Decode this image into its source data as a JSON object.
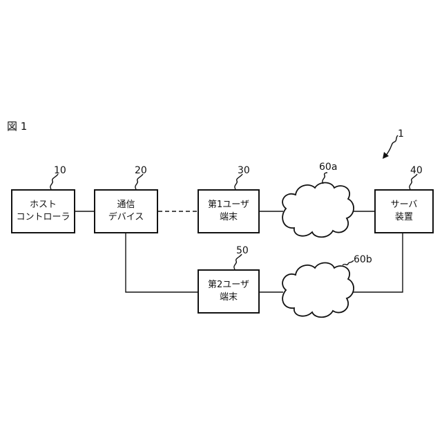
{
  "figure": {
    "label": "図 1"
  },
  "system": {
    "ref": "1"
  },
  "nodes": {
    "host_controller": {
      "ref": "10",
      "line1": "ホスト",
      "line2": "コントローラ"
    },
    "communication_device": {
      "ref": "20",
      "line1": "通信",
      "line2": "デバイス"
    },
    "first_user_terminal": {
      "ref": "30",
      "line1": "第1ユーザ",
      "line2": "端末"
    },
    "server_device": {
      "ref": "40",
      "line1": "サーバ",
      "line2": "装置"
    },
    "second_user_terminal": {
      "ref": "50",
      "line1": "第2ユーザ",
      "line2": "端末"
    }
  },
  "networks": {
    "network_a": {
      "ref": "60a"
    },
    "network_b": {
      "ref": "60b"
    }
  },
  "colors": {
    "stroke": "#111111",
    "background": "#ffffff"
  }
}
